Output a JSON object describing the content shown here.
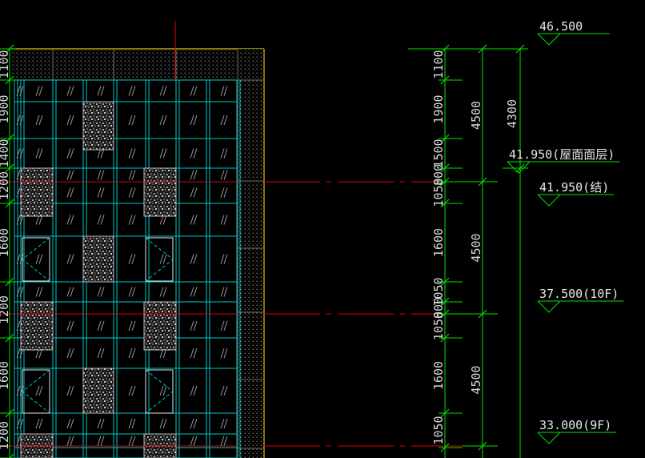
{
  "colors": {
    "background": "#000000",
    "grid": "#00c8c8",
    "dimension": "#00e000",
    "axis": "#e00000",
    "boundary": "#d4c400",
    "panel": "#888888",
    "text": "#dddddd"
  },
  "left_dims": [
    {
      "label": "1100"
    },
    {
      "label": "1900"
    },
    {
      "label": "1400"
    },
    {
      "label": "1200"
    },
    {
      "label": "1600"
    },
    {
      "label": "1200"
    },
    {
      "label": "1600"
    },
    {
      "label": "1200"
    }
  ],
  "inner_dims": [
    {
      "label": "1100"
    },
    {
      "label": "1900"
    },
    {
      "label": "1500"
    },
    {
      "label": "800"
    },
    {
      "label": "1050"
    },
    {
      "label": "1600"
    },
    {
      "label": "1050"
    },
    {
      "label": "800"
    },
    {
      "label": "1050"
    },
    {
      "label": "1600"
    },
    {
      "label": "1050"
    }
  ],
  "story_dims": [
    {
      "label": "4500"
    },
    {
      "label": "4500"
    },
    {
      "label": "4500"
    }
  ],
  "total_dim": {
    "label": "4300"
  },
  "levels": [
    {
      "label": "46.500"
    },
    {
      "label": "41.950(屋面面层)"
    },
    {
      "label": "41.950(结)"
    },
    {
      "label": "37.500(10F)"
    },
    {
      "label": "33.000(9F)"
    }
  ]
}
